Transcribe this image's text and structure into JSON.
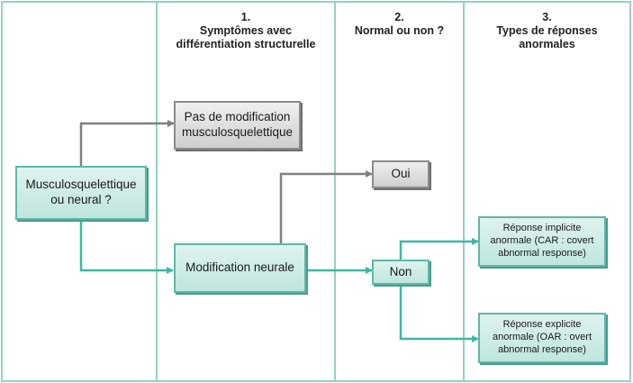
{
  "columns": [
    {
      "number": "1.",
      "line1": "Symptômes avec",
      "line2": "différentiation structurelle"
    },
    {
      "number": "2.",
      "line1": "Normal ou non ?",
      "line2": ""
    },
    {
      "number": "3.",
      "line1": "Types de réponses",
      "line2": "anormales"
    }
  ],
  "boxes": {
    "start": {
      "line1": "Musculosquelettique",
      "line2": "ou neural ?"
    },
    "no_mod": {
      "line1": "Pas de modification",
      "line2": "musculosquelettique"
    },
    "neural": {
      "line1": "Modification neurale"
    },
    "oui": {
      "line1": "Oui"
    },
    "non": {
      "line1": "Non"
    },
    "car": {
      "line1": "Réponse implicite",
      "line2": "anormale (CAR : covert",
      "line3": "abnormal response)"
    },
    "oar": {
      "line1": "Réponse explicite",
      "line2": "anormale (OAR : overt",
      "line3": "abnormal response)"
    }
  },
  "colors": {
    "frame": "#8fd3c7",
    "teal_arrow": "#3fb7a4",
    "grey_arrow": "#808080"
  }
}
